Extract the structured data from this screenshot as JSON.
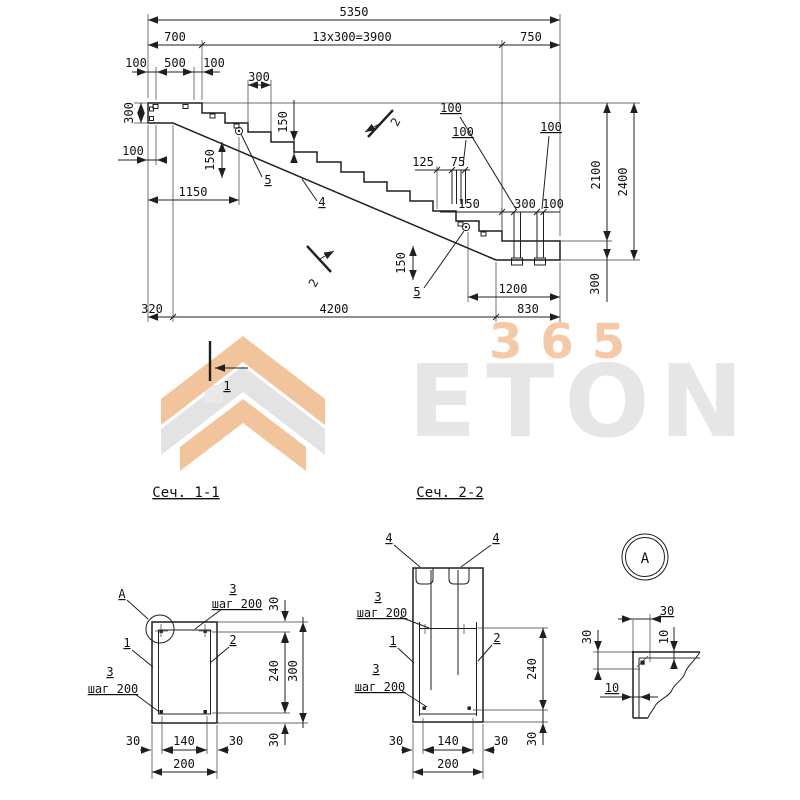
{
  "watermark": {
    "brand": "ETON",
    "number": "365",
    "brand_color": "#e6e6e6",
    "number_color": "#f6c9a6",
    "logo_orange": "#f2c49c",
    "logo_gray": "#e3e3e3"
  },
  "main_drawing": {
    "dims": {
      "total": "5350",
      "left_landing": "700",
      "treads": "13x300=3900",
      "right_landing": "750",
      "edge_100_left": "100",
      "mid_500": "500",
      "edge_100_right": "100",
      "tread_300": "300",
      "riser_150": "150",
      "thickness_300": "300",
      "offset_100": "100",
      "loop1_embed_150": "150",
      "loop1_pos_1150": "1150",
      "anchor_125": "125",
      "anchor_75": "75",
      "anchor_100_a": "100",
      "anchor_100_b": "100",
      "anchor_100_c": "100",
      "support_150": "150",
      "support_300": "300",
      "support_100": "100",
      "height_2100": "2100",
      "height_2400": "2400",
      "height_300": "300",
      "loop2_embed_150": "150",
      "loop2_pos_1200": "1200",
      "bottom_320": "320",
      "bottom_4200": "4200",
      "bottom_830": "830"
    },
    "labels": {
      "loop": "5",
      "bar": "4",
      "cut2": "2",
      "cut1": "1"
    }
  },
  "section_1_1": {
    "title": "Сеч. 1-1",
    "labels": {
      "detail": "A",
      "bar1": "1",
      "bar2": "2",
      "bar3": "3",
      "spacing": "шаг 200"
    },
    "dims": {
      "cover_30": "30",
      "core_240": "240",
      "height_300": "300",
      "bottom_30": "30",
      "left_30": "30",
      "mid_140": "140",
      "right_30": "30",
      "width_200": "200"
    }
  },
  "section_2_2": {
    "title": "Сеч. 2-2",
    "labels": {
      "bar4": "4",
      "bar3": "3",
      "spacing": "шаг 200",
      "bar1": "1",
      "bar2": "2"
    },
    "dims": {
      "core_240": "240",
      "cover_30": "30",
      "left_30": "30",
      "mid_140": "140",
      "right_30": "30",
      "width_200": "200"
    }
  },
  "detail_a": {
    "label": "A",
    "dims": {
      "top_30": "30",
      "right_10": "10",
      "left_30": "30",
      "bottom_10": "10"
    }
  }
}
